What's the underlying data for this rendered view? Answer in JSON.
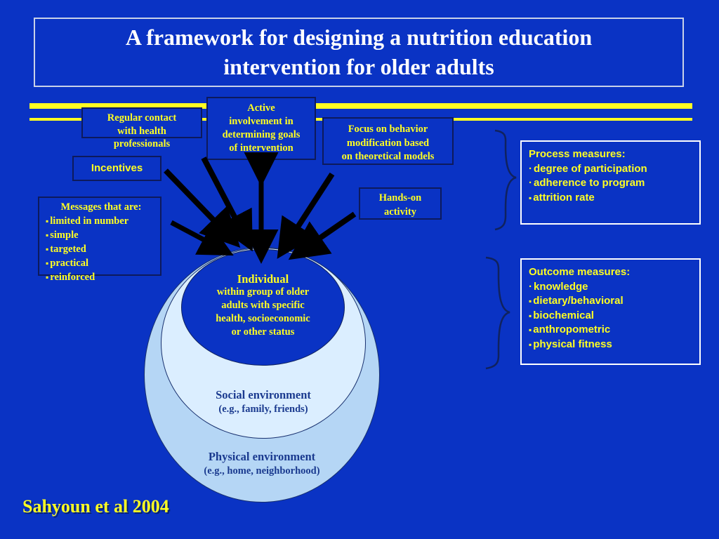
{
  "slide": {
    "background_color": "#0a33c4",
    "accent_yellow": "#ffff22",
    "title": "A framework for designing a nutrition education intervention for older adults",
    "title_line1": "A framework for designing a nutrition education",
    "title_line2": "intervention for older adults",
    "credit": "Sahyoun et al 2004"
  },
  "inputs": {
    "regular_contact": {
      "line1": "Regular contact",
      "line2": "with health",
      "line3": "professionals"
    },
    "incentives": "Incentives",
    "active_involvement": {
      "line1": "Active",
      "line2": "involvement in",
      "line3": "determining goals",
      "line4": "of intervention"
    },
    "focus_behavior": {
      "line1": "Focus on behavior",
      "line2": "modification based",
      "line3": "on theoretical models"
    },
    "hands_on": {
      "line1": "Hands-on",
      "line2": "activity"
    },
    "messages": {
      "heading": "Messages that are:",
      "items": [
        "limited in number",
        "simple",
        "targeted",
        "practical",
        "reinforced"
      ]
    }
  },
  "core": {
    "individual": {
      "heading": "Individual",
      "line1": "within group of older",
      "line2": "adults with specific",
      "line3": "health, socioeconomic",
      "line4": "or other status"
    },
    "social": {
      "heading": "Social environment",
      "sub": "(e.g., family, friends)"
    },
    "physical": {
      "heading": "Physical environment",
      "sub": "(e.g., home, neighborhood)"
    }
  },
  "measures": {
    "process": {
      "heading": "Process measures:",
      "items": [
        {
          "bullet": "dot",
          "text": "degree of participation"
        },
        {
          "bullet": "dot",
          "text": "adherence to program"
        },
        {
          "bullet": "square",
          "text": "attrition rate"
        }
      ]
    },
    "outcome": {
      "heading": "Outcome measures:",
      "items": [
        {
          "bullet": "dot",
          "text": "knowledge"
        },
        {
          "bullet": "square",
          "text": "dietary/behavioral"
        },
        {
          "bullet": "square",
          "text": "biochemical"
        },
        {
          "bullet": "square",
          "text": "anthropometric"
        },
        {
          "bullet": "square",
          "text": "physical fitness"
        }
      ]
    }
  },
  "diagram": {
    "arrow_count": 6,
    "arrow_color": "#000000",
    "brace_color": "#10225e",
    "ellipse_colors": {
      "outer": "#b5d6f5",
      "middle": "#dbeeff",
      "inner": "#0a33c4"
    }
  }
}
